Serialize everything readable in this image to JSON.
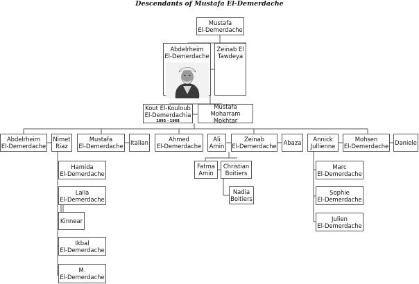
{
  "title": "Descendants of Mustafa El-Demerdache",
  "people": {
    "mustafa_root": "Mustafa\nEl-Demerdache",
    "abdelrheim_gen2": "Abdelrheim\nEl-Demerdache",
    "zeinab_el_tawdeya": "Zeinab El\nTawdeya",
    "kout": "Kout  El-Kouloub\nEl-Demerdachia",
    "kout_dates": "1895 - 1968",
    "mustafa_moharram": "Mustafa Moharram\nMokhtar",
    "abdelrheim_gen4": "Abdelrheim\nEl-Demerdache",
    "nimet": "Nimet\nRiaz",
    "mustafa_gen4": "Mustafa\nEl-Demerdache",
    "italian": "Italian",
    "ahmed": "Ahmed\nEl-Demerdache",
    "ali": "Ali\nAmin",
    "zeinab_gen4": "Zeinab\nEl-Demerdache",
    "abaza": "Abaza",
    "annick": "Annick\nJullienne",
    "mohsen": "Mohsen\nEl-Demerdache",
    "daniele": "Daniele",
    "hamida": "Hamida\nEl-Demerdache",
    "laila": "Laila\nEl-Demerdache",
    "kinnear": "Kinnear",
    "ikbal": "Ikbal\nEl-Demerdache",
    "m": "M.\nEl-Demerdache",
    "fatma": "Fatma\nAmin",
    "christian": "Christian\nBoitiers",
    "nadia": "Nadia\nBoitiers",
    "marc": "Marc\nEl-Demerdache",
    "sophie": "Sophie\nEl-Demerdache",
    "julien": "Julien\nEl-Demerdache"
  },
  "colors": {
    "line": "#555555",
    "box_border": "#555555",
    "background": "#ffffff"
  },
  "icons": {
    "portrait": "portrait-photo"
  }
}
